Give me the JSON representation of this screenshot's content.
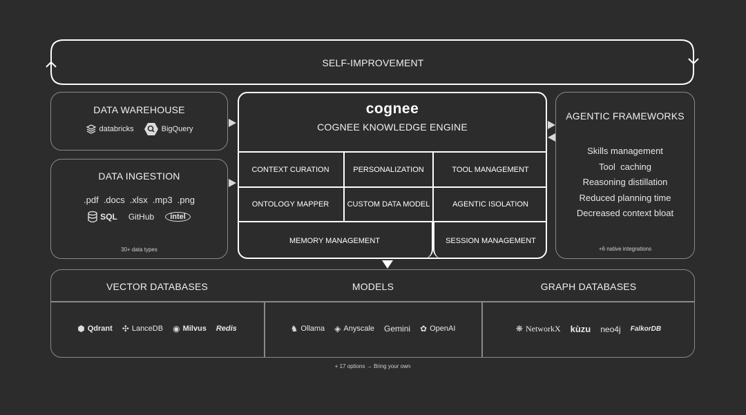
{
  "self_improvement": {
    "label": "SELF-IMPROVEMENT"
  },
  "data_warehouse": {
    "title": "DATA WAREHOUSE",
    "logos": [
      {
        "icon": "layers-icon",
        "label": "databricks"
      },
      {
        "icon": "bigquery-icon",
        "label": "BigQuery"
      }
    ]
  },
  "data_ingestion": {
    "title": "DATA INGESTION",
    "file_types": [
      ".pdf",
      ".docs",
      ".xlsx",
      ".mp3",
      ".png"
    ],
    "logos": [
      {
        "icon": "database-icon",
        "label": "SQL"
      },
      {
        "icon": "github-icon",
        "label": "GitHub"
      },
      {
        "icon": "intel-icon",
        "label": "intel"
      }
    ],
    "footnote": "30+ data types"
  },
  "engine": {
    "brand": "cognee",
    "title": "COGNEE KNOWLEDGE ENGINE",
    "cells": {
      "context_curation": "CONTEXT CURATION",
      "personalization": "PERSONALIZATION",
      "tool_management": "TOOL MANAGEMENT",
      "ontology_mapper": "ONTOLOGY MAPPER",
      "custom_data_model": "CUSTOM DATA MODEL",
      "agentic_isolation": "AGENTIC ISOLATION",
      "memory_management": "MEMORY MANAGEMENT",
      "session_management": "SESSION MANAGEMENT"
    }
  },
  "agentic_frameworks": {
    "title": "AGENTIC FRAMEWORKS",
    "items": [
      "Skills management",
      "Tool  caching",
      "Reasoning distillation",
      "Reduced planning time",
      "Decreased context bloat"
    ],
    "footnote": "+6 native integrations"
  },
  "bottom": {
    "vector": {
      "title": "VECTOR DATABASES",
      "logos": [
        {
          "icon": "qdrant-icon",
          "label": "Qdrant"
        },
        {
          "icon": "lancedb-icon",
          "label": "LanceDB"
        },
        {
          "icon": "milvus-icon",
          "label": "Milvus"
        },
        {
          "icon": "redis-icon",
          "label": "Redis"
        }
      ]
    },
    "models": {
      "title": "MODELS",
      "logos": [
        {
          "icon": "ollama-icon",
          "label": "Ollama"
        },
        {
          "icon": "anyscale-icon",
          "label": "Anyscale"
        },
        {
          "icon": "gemini-icon",
          "label": "Gemini"
        },
        {
          "icon": "openai-icon",
          "label": "OpenAI"
        }
      ]
    },
    "graph": {
      "title": "GRAPH DATABASES",
      "logos": [
        {
          "icon": "networkx-icon",
          "label": "NetworkX"
        },
        {
          "icon": "kuzu-icon",
          "label": "kùzu"
        },
        {
          "icon": "neo4j-icon",
          "label": "neo4j"
        },
        {
          "icon": "falkordb-icon",
          "label": "FalkorDB"
        }
      ]
    },
    "footnote": "+ 17 options → Bring your own"
  }
}
